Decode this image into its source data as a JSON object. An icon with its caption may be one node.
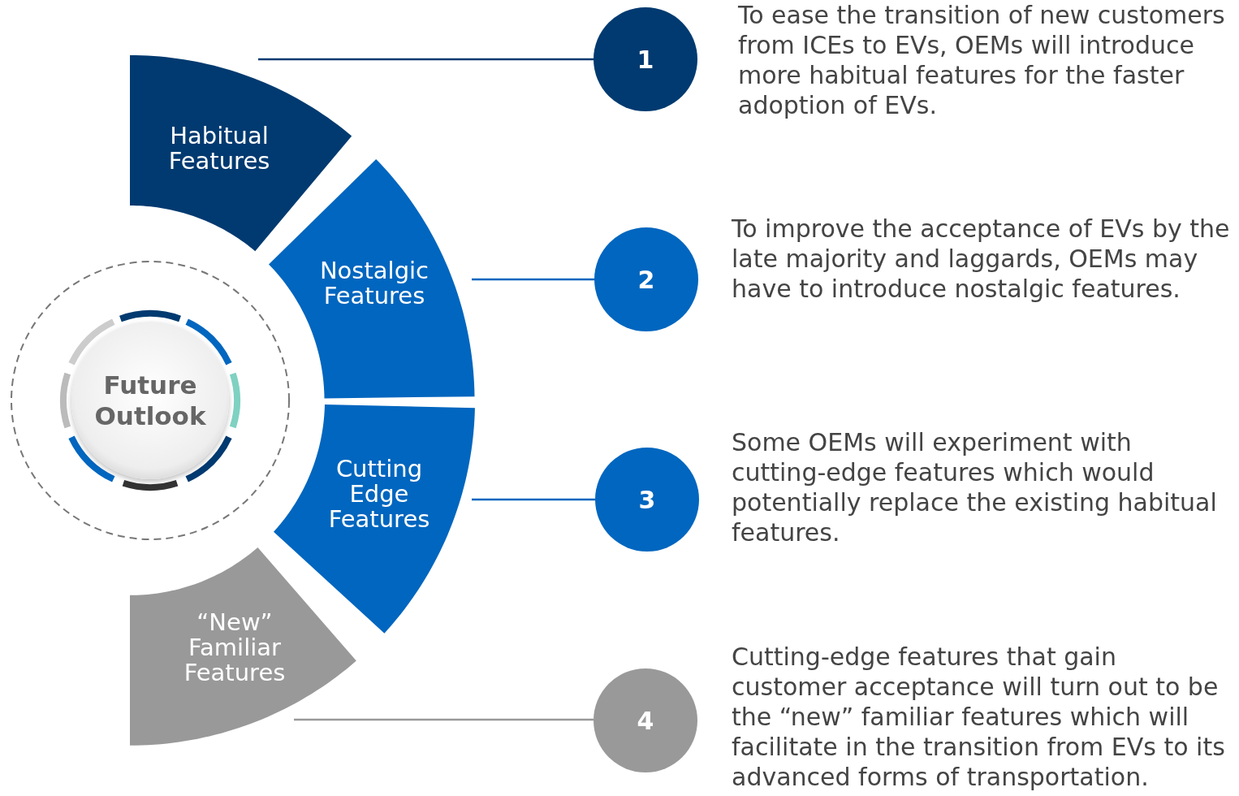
{
  "diagram": {
    "nodes": [
      {
        "text": [
          "Future Outlook"
        ]
      },
      {
        "text": [
          "Habitual Features"
        ]
      },
      {
        "text": [
          "Nostalgic Features"
        ]
      },
      {
        "text": [
          "Cutting Edge Features"
        ]
      },
      {
        "text": [
          "“New” Familiar Features"
        ]
      },
      {
        "text": [
          "1"
        ],
        "beside": [
          "To ease the transition of new customers from ICEs to EVs, OEMs will introduce more habitual features for the faster adoption of EVs."
        ]
      },
      {
        "text": [
          "2"
        ],
        "beside": [
          "To improve the acceptance of EVs by the late majority and laggards, OEMs may have to introduce nostalgic features."
        ]
      },
      {
        "text": [
          "3"
        ],
        "beside": [
          "Some OEMs will experiment with cutting-edge features which would potentially replace the existing habitual features."
        ]
      },
      {
        "text": [
          "4"
        ],
        "beside": [
          "Cutting-edge features that gain customer acceptance will turn out to be the “new” familiar features which will facilitate in the transition from EVs to its advanced forms of transportation."
        ]
      }
    ],
    "edges": [
      {
        "from": 1,
        "to": 5,
        "arrow": "none",
        "color": "#003a70"
      },
      {
        "from": 2,
        "to": 6,
        "arrow": "none"
      },
      {
        "from": 3,
        "to": 7,
        "arrow": "none"
      },
      {
        "from": 4,
        "to": 8,
        "arrow": "none",
        "color": "#999999"
      }
    ]
  }
}
